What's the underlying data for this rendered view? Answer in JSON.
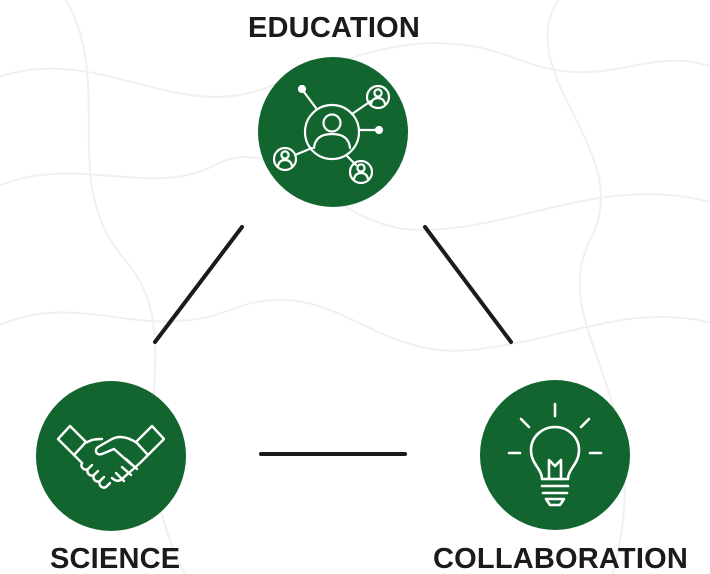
{
  "diagram": {
    "nodes": [
      {
        "id": "education",
        "label": "EDUCATION",
        "icon": "network-people-icon"
      },
      {
        "id": "science",
        "label": "SCIENCE",
        "icon": "handshake-icon"
      },
      {
        "id": "collaboration",
        "label": "COLLABORATION",
        "icon": "lightbulb-icon"
      }
    ],
    "edges": [
      {
        "from": "education",
        "to": "science"
      },
      {
        "from": "education",
        "to": "collaboration"
      },
      {
        "from": "science",
        "to": "collaboration"
      }
    ],
    "colors": {
      "node_fill": "#12652f",
      "icon_stroke": "#ffffff",
      "connector": "#1b1b1b",
      "label": "#1b1b1b",
      "background_lines": "#eeeeee"
    }
  }
}
